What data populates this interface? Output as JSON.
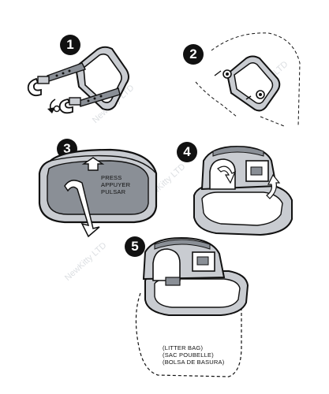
{
  "steps": [
    {
      "number": "1"
    },
    {
      "number": "2"
    },
    {
      "number": "3",
      "labels": [
        "PRESS",
        "APPUYER",
        "PULSAR"
      ]
    },
    {
      "number": "4"
    },
    {
      "number": "5",
      "labels": [
        "(LITTER BAG)",
        "(SAC POUBELLE)",
        "(BOLSA DE BASURA)"
      ]
    }
  ],
  "watermark": "NewKitty LTD",
  "colors": {
    "line": "#111111",
    "shade": "#8a8f96",
    "light": "#c9ccd1",
    "paper": "#ffffff"
  }
}
